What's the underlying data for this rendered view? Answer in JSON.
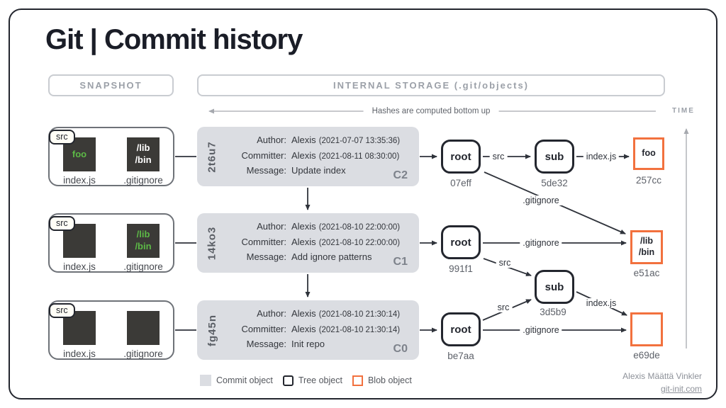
{
  "title": "Git | Commit history",
  "headers": {
    "snapshot": "SNAPSHOT",
    "internal_storage": "INTERNAL STORAGE (.git/objects)"
  },
  "annotations": {
    "hashes_note": "Hashes are computed bottom up",
    "time_label": "TIME"
  },
  "field_labels": {
    "author": "Author:",
    "committer": "Committer:",
    "message": "Message:"
  },
  "commits": [
    {
      "hash": "2t6u7",
      "label": "C2",
      "author": "Alexis",
      "author_date": "(2021-07-07 13:35:36)",
      "committer": "Alexis",
      "committer_date": "(2021-08-11 08:30:00)",
      "message": "Update index",
      "snapshot": {
        "src_tag": "src",
        "file1_text": "foo",
        "file1_label": "index.js",
        "file2_line1": "/lib",
        "file2_line2": "/bin",
        "file2_label": ".gitignore"
      }
    },
    {
      "hash": "14ko3",
      "label": "C1",
      "author": "Alexis",
      "author_date": "(2021-08-10 22:00:00)",
      "committer": "Alexis",
      "committer_date": "(2021-08-10 22:00:00)",
      "message": "Add ignore patterns",
      "snapshot": {
        "src_tag": "src",
        "file1_text": "",
        "file1_label": "index.js",
        "file2_line1": "/lib",
        "file2_line2": "/bin",
        "file2_label": ".gitignore"
      }
    },
    {
      "hash": "fg45n",
      "label": "C0",
      "author": "Alexis",
      "author_date": "(2021-08-10 21:30:14)",
      "committer": "Alexis",
      "committer_date": "(2021-08-10 21:30:14)",
      "message": "Init repo",
      "snapshot": {
        "src_tag": "src",
        "file1_text": "",
        "file1_label": "index.js",
        "file2_line1": "",
        "file2_line2": "",
        "file2_label": ".gitignore"
      }
    }
  ],
  "trees": {
    "root_c2": {
      "name": "root",
      "hash": "07eff"
    },
    "sub_c2": {
      "name": "sub",
      "hash": "5de32"
    },
    "root_c1": {
      "name": "root",
      "hash": "991f1"
    },
    "sub_shared": {
      "name": "sub",
      "hash": "3d5b9"
    },
    "root_c0": {
      "name": "root",
      "hash": "be7aa"
    }
  },
  "blobs": {
    "foo": {
      "line1": "foo",
      "line2": "",
      "hash": "257cc"
    },
    "libbin": {
      "line1": "/lib",
      "line2": "/bin",
      "hash": "e51ac"
    },
    "empty": {
      "line1": "",
      "line2": "",
      "hash": "e69de"
    }
  },
  "edge_labels": {
    "c2_src": "src",
    "c2_indexjs": "index.js",
    "c2_gitignore": ".gitignore",
    "c1_gitignore": ".gitignore",
    "c1_src": "src",
    "c0_src": "src",
    "c0_gitignore": ".gitignore",
    "c0_indexjs": "index.js"
  },
  "legend": {
    "commit": "Commit object",
    "tree": "Tree object",
    "blob": "Blob object"
  },
  "credit": {
    "name": "Alexis Määttä Vinkler",
    "site": "git-init.com"
  },
  "colors": {
    "accent_orange": "#F2713E",
    "dark": "#23262E",
    "commit_fill": "#DBDDE2",
    "green": "#5CB946"
  }
}
